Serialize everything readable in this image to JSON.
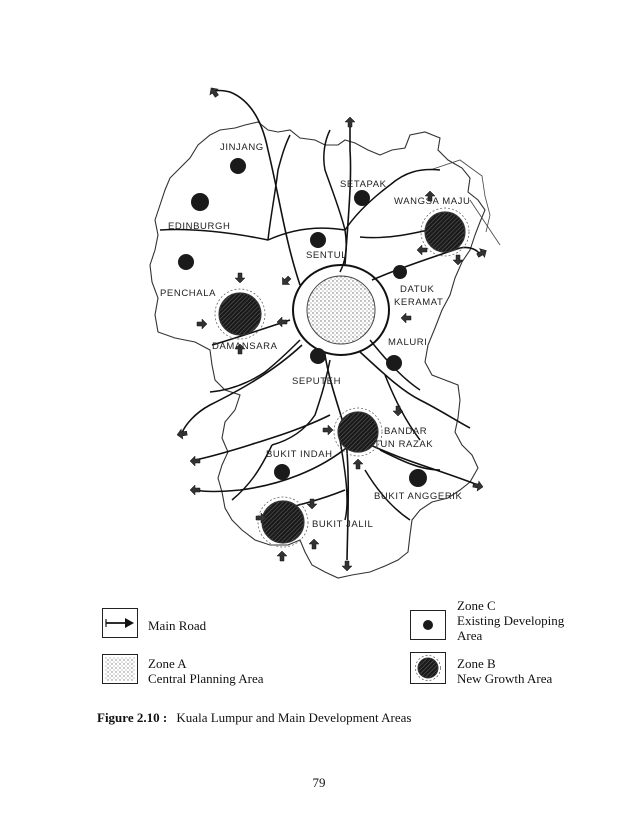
{
  "map": {
    "areas": [
      {
        "name": "JINJANG"
      },
      {
        "name": "SETAPAK"
      },
      {
        "name": "WANGSA MAJU"
      },
      {
        "name": "EDINBURGH"
      },
      {
        "name": "SENTUL"
      },
      {
        "name": "PENCHALA"
      },
      {
        "name": "DATUK"
      },
      {
        "name": "KERAMAT"
      },
      {
        "name": "DAMANSARA"
      },
      {
        "name": "MALURI"
      },
      {
        "name": "SEPUTEH"
      },
      {
        "name": "BANDAR"
      },
      {
        "name": "TUN RAZAK"
      },
      {
        "name": "BUKIT INDAH"
      },
      {
        "name": "BUKIT ANGGERIK"
      },
      {
        "name": "BUKIT JALIL"
      }
    ]
  },
  "legend": {
    "main_road": "Main Road",
    "zone_a_title": "Zone A",
    "zone_a_desc": "Central Planning Area",
    "zone_c_title": "Zone C",
    "zone_c_desc1": "Existing Developing",
    "zone_c_desc2": "Area",
    "zone_b_title": "Zone B",
    "zone_b_desc": "New Growth Area"
  },
  "caption": {
    "label": "Figure 2.10 :",
    "text": "Kuala Lumpur and Main Development Areas"
  },
  "page_number": "79"
}
